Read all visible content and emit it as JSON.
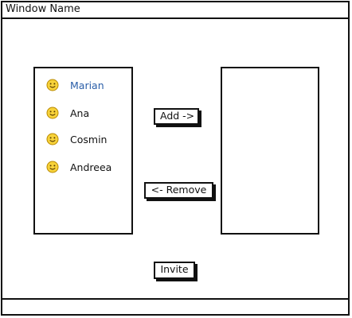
{
  "window": {
    "title": "Window Name"
  },
  "lists": {
    "available": {
      "items": [
        {
          "label": "Marian",
          "icon": "smiley-icon",
          "selected": true
        },
        {
          "label": "Ana",
          "icon": "smiley-icon",
          "selected": false
        },
        {
          "label": "Cosmin",
          "icon": "smiley-icon",
          "selected": false
        },
        {
          "label": "Andreea",
          "icon": "smiley-icon",
          "selected": false
        }
      ]
    },
    "invited": {
      "items": []
    }
  },
  "buttons": {
    "add": "Add ->",
    "remove": "<- Remove",
    "invite": "Invite"
  },
  "colors": {
    "selected_text": "#2a5ea8",
    "smiley_fill": "#f7d23a",
    "smiley_outline": "#b98a00"
  }
}
